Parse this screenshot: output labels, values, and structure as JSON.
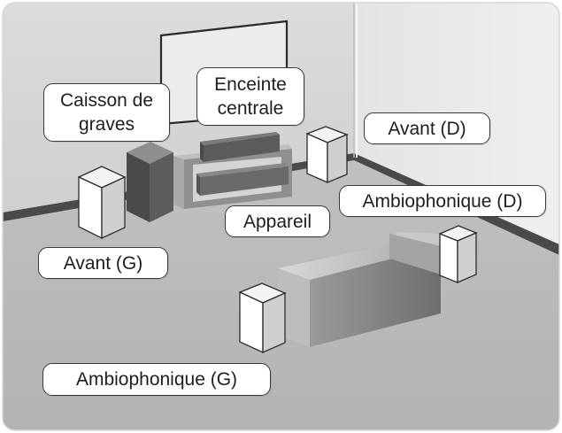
{
  "labels": {
    "subwoofer": [
      "Caisson de",
      "graves"
    ],
    "center_speaker": [
      "Enceinte",
      "centrale"
    ],
    "front_right": "Avant (D)",
    "surround_right": "Ambiophonique (D)",
    "main_unit": "Appareil",
    "front_left": "Avant (G)",
    "surround_left": "Ambiophonique (G)"
  }
}
